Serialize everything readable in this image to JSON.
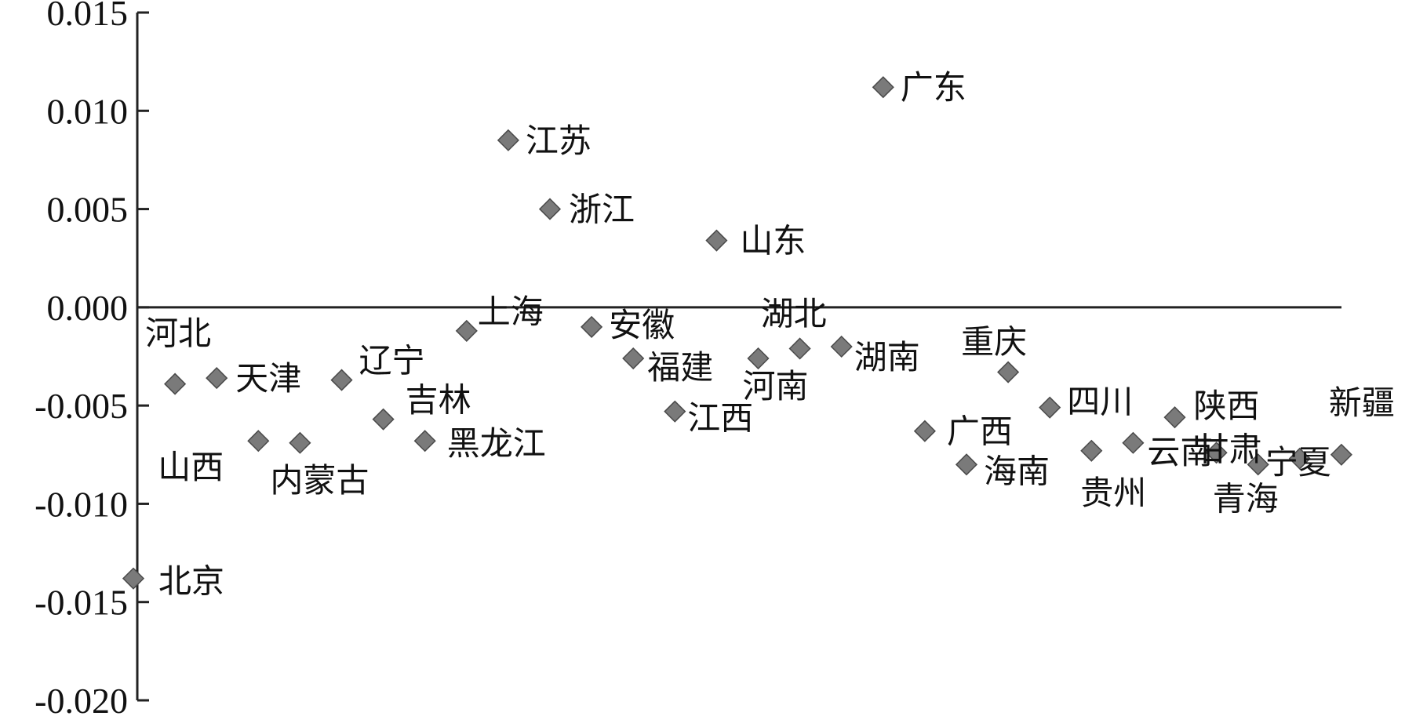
{
  "chart_data": {
    "type": "scatter",
    "title": "",
    "xlabel": "",
    "ylabel": "",
    "ylim": [
      -0.02,
      0.015
    ],
    "yticks": [
      0.015,
      0.01,
      0.005,
      0.0,
      -0.005,
      -0.01,
      -0.015,
      -0.02
    ],
    "ytick_labels": [
      "0.015",
      "0.010",
      "0.005",
      "0.000",
      "-0.005",
      "-0.010",
      "-0.015",
      "-0.020"
    ],
    "grid": false,
    "reference_line": 0,
    "marker": "diamond",
    "colors": {
      "marker": "#7a7a7a",
      "axis": "#222222"
    },
    "points": [
      {
        "index": 1,
        "label": "北京",
        "y": -0.0138
      },
      {
        "index": 2,
        "label": "河北",
        "y": -0.0039
      },
      {
        "index": 3,
        "label": "天津",
        "y": -0.0036
      },
      {
        "index": 4,
        "label": "山西",
        "y": -0.0068
      },
      {
        "index": 5,
        "label": "内蒙古",
        "y": -0.0069
      },
      {
        "index": 6,
        "label": "辽宁",
        "y": -0.0037
      },
      {
        "index": 7,
        "label": "吉林",
        "y": -0.0057
      },
      {
        "index": 8,
        "label": "黑龙江",
        "y": -0.0068
      },
      {
        "index": 9,
        "label": "上海",
        "y": -0.0012
      },
      {
        "index": 10,
        "label": "江苏",
        "y": 0.0085
      },
      {
        "index": 11,
        "label": "浙江",
        "y": 0.005
      },
      {
        "index": 12,
        "label": "安徽",
        "y": -0.001
      },
      {
        "index": 13,
        "label": "福建",
        "y": -0.0026
      },
      {
        "index": 14,
        "label": "江西",
        "y": -0.0053
      },
      {
        "index": 15,
        "label": "山东",
        "y": 0.0034
      },
      {
        "index": 16,
        "label": "河南",
        "y": -0.0026
      },
      {
        "index": 17,
        "label": "湖北",
        "y": -0.0021
      },
      {
        "index": 18,
        "label": "湖南",
        "y": -0.002
      },
      {
        "index": 19,
        "label": "广东",
        "y": 0.0112
      },
      {
        "index": 20,
        "label": "广西",
        "y": -0.0063
      },
      {
        "index": 21,
        "label": "海南",
        "y": -0.008
      },
      {
        "index": 22,
        "label": "重庆",
        "y": -0.0033
      },
      {
        "index": 23,
        "label": "四川",
        "y": -0.0051
      },
      {
        "index": 24,
        "label": "贵州",
        "y": -0.0073
      },
      {
        "index": 25,
        "label": "云南",
        "y": -0.0069
      },
      {
        "index": 26,
        "label": "陕西",
        "y": -0.0056
      },
      {
        "index": 27,
        "label": "甘肃",
        "y": -0.0074
      },
      {
        "index": 28,
        "label": "青海",
        "y": -0.008
      },
      {
        "index": 29,
        "label": "宁夏",
        "y": -0.0077
      },
      {
        "index": 30,
        "label": "新疆",
        "y": -0.0075
      }
    ]
  }
}
